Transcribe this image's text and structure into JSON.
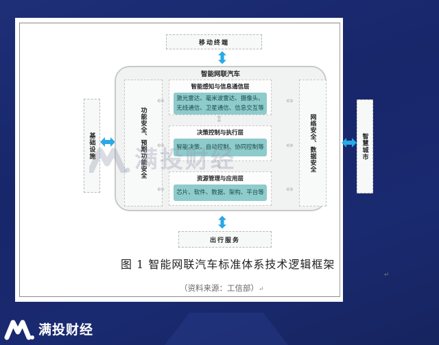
{
  "diagram": {
    "top_node": "移动终端",
    "bottom_node": "出行服务",
    "left_node": "基础设施",
    "right_node": "智慧城市",
    "center": {
      "title": "智能网联汽车",
      "left_pillar": "功能安全、预期功能安全",
      "right_pillar": "网络安全、数据安全",
      "layers": [
        {
          "title": "智能感知与信息通信层",
          "content_line1": "激光雷达、毫米波雷达、摄像头、",
          "content_line2": "无线通信、卫星通信、信息交互等"
        },
        {
          "title": "决策控制与执行层",
          "content_line1": "智能决策、自动控制、协同控制等"
        },
        {
          "title": "资源管理与应用层",
          "content_line1": "芯片、软件、数据、架构、平台等"
        }
      ]
    },
    "caption": "图 1  智能网联汽车标准体系技术逻辑框架",
    "source": "（资料来源：工信部）",
    "paragraph_mark": "↵"
  },
  "watermark": {
    "text": "满投财经"
  },
  "brand": {
    "name": "满投财经"
  },
  "colors": {
    "background": "#1a2a70",
    "layer_fill": "#8ecbcb",
    "arrow_blue": "#29a9e6"
  }
}
